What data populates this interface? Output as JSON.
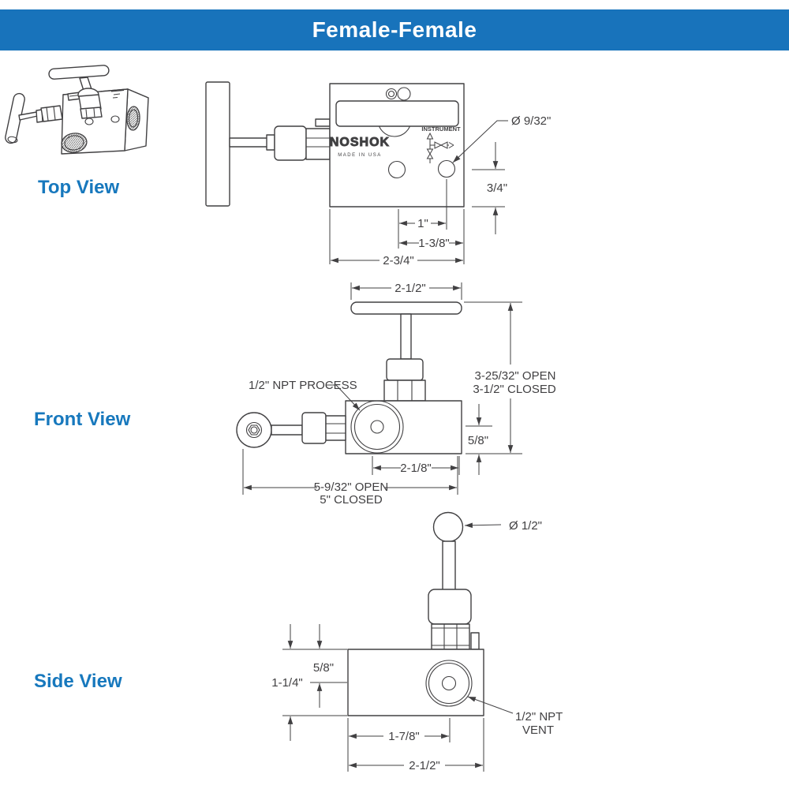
{
  "header": {
    "title": "Female-Female"
  },
  "colors": {
    "accent": "#1873bb",
    "label_blue": "#1778bd",
    "line": "#414042",
    "background": "#ffffff"
  },
  "views": {
    "top": {
      "label": "Top View",
      "markings": {
        "brand": "NOSHOK",
        "made_in": "MADE IN USA",
        "instrument": "INSTRUMENT"
      },
      "dims": {
        "port_dia": "Ø 9/32\"",
        "port_offset_v": "3/4\"",
        "port_spacing": "1\"",
        "port_offset_h": "1-3/8\"",
        "body_width": "2-3/4\""
      }
    },
    "front": {
      "label": "Front View",
      "dims": {
        "handle_width": "2-1/2\"",
        "height_open": "3-25/32\" OPEN",
        "height_closed": "3-1/2\" CLOSED",
        "process_port": "1/2\" NPT PROCESS",
        "body_half": "5/8\"",
        "port_offset": "2-1/8\"",
        "width_open": "5-9/32\" OPEN",
        "width_closed": "5\" CLOSED"
      }
    },
    "side": {
      "label": "Side View",
      "dims": {
        "handle_dia": "Ø 1/2\"",
        "port_depth": "5/8\"",
        "body_height": "1-1/4\"",
        "vent_offset": "1-7/8\"",
        "body_depth": "2-1/2\"",
        "vent_line1": "1/2\" NPT",
        "vent_line2": "VENT"
      }
    }
  }
}
